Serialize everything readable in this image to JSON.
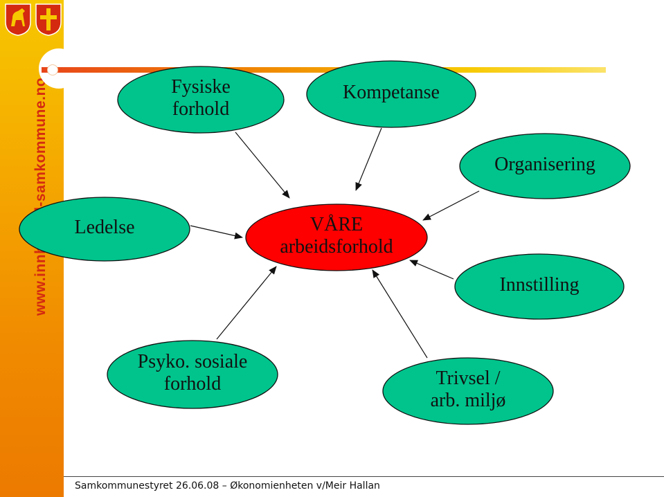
{
  "sidebar": {
    "website": "www.innherred-samkommune.no"
  },
  "colors": {
    "node_fill": "#00c48c",
    "center_fill": "#ff0000",
    "sidebar_top": "#f7c800",
    "sidebar_bottom": "#ec7a00",
    "website_text": "#d42a10"
  },
  "diagram": {
    "center": {
      "label": "VÅRE\narbeidsforhold"
    },
    "nodes": [
      {
        "id": "fysiske",
        "label": "Fysiske\nforhold"
      },
      {
        "id": "kompetanse",
        "label": "Kompetanse"
      },
      {
        "id": "organisering",
        "label": "Organisering"
      },
      {
        "id": "ledelse",
        "label": "Ledelse"
      },
      {
        "id": "innstilling",
        "label": "Innstilling"
      },
      {
        "id": "psyko",
        "label": "Psyko. sosiale\nforhold"
      },
      {
        "id": "trivsel",
        "label": "Trivsel /\narb. miljø"
      }
    ]
  },
  "footer": {
    "text": "Samkommunestyret 26.06.08 – Økonomienheten v/Meir Hallan"
  }
}
